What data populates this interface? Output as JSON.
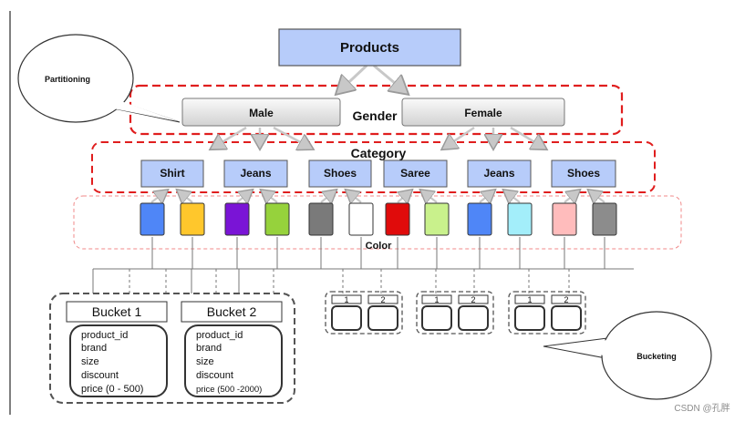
{
  "root": {
    "label": "Products"
  },
  "levels": {
    "gender": "Gender",
    "category": "Category",
    "color": "Color"
  },
  "gender_nodes": [
    "Male",
    "Female"
  ],
  "category_nodes": [
    "Shirt",
    "Jeans",
    "Shoes",
    "Saree",
    "Jeans",
    "Shoes"
  ],
  "color_swatches": [
    "#4f86f7",
    "#ffc72c",
    "#7a14d6",
    "#96d23c",
    "#7a7a7a",
    "#ffffff",
    "#e00b0b",
    "#c9f18c",
    "#4f86f7",
    "#a3eefa",
    "#ffbcbc",
    "#8c8c8c"
  ],
  "callouts": {
    "partitioning": "Partitioning",
    "bucketing": "Bucketing"
  },
  "buckets": [
    {
      "title": "Bucket 1",
      "fields": [
        "product_id",
        "brand",
        "size",
        "discount",
        "price (0 - 500)"
      ]
    },
    {
      "title": "Bucket 2",
      "fields": [
        "product_id",
        "brand",
        "size",
        "discount",
        "price (500 -2000)"
      ]
    }
  ],
  "mini_buckets": [
    {
      "labels": [
        "1",
        "2"
      ]
    },
    {
      "labels": [
        "1",
        "2"
      ]
    },
    {
      "labels": [
        "1",
        "2"
      ]
    }
  ],
  "watermark": "CSDN @孔胖"
}
